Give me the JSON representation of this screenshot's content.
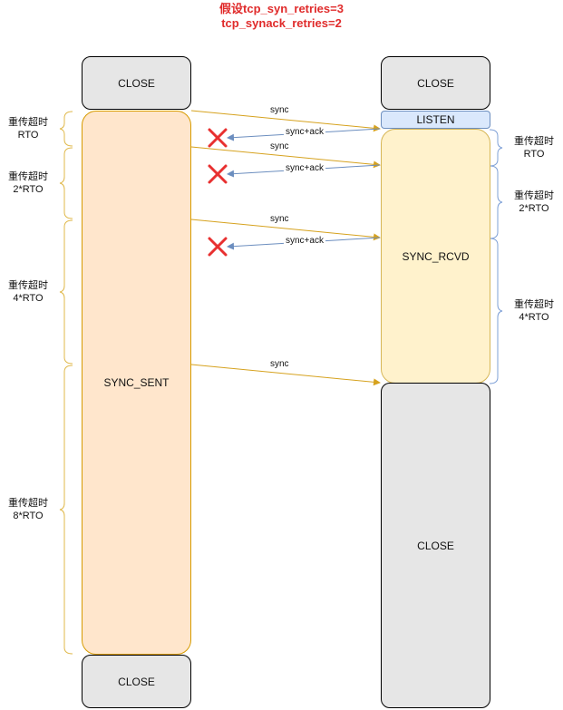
{
  "title": {
    "line1": "假设tcp_syn_retries=3",
    "line2": "tcp_synack_retries=2"
  },
  "client": {
    "close_top": "CLOSE",
    "state": "SYNC_SENT",
    "close_bottom": "CLOSE",
    "timeouts": [
      {
        "line1": "重传超时",
        "line2": "RTO"
      },
      {
        "line1": "重传超时",
        "line2": "2*RTO"
      },
      {
        "line1": "重传超时",
        "line2": "4*RTO"
      },
      {
        "line1": "重传超时",
        "line2": "8*RTO"
      }
    ]
  },
  "server": {
    "close_top": "CLOSE",
    "listen": "LISTEN",
    "state": "SYNC_RCVD",
    "close_bottom": "CLOSE",
    "timeouts": [
      {
        "line1": "重传超时",
        "line2": "RTO"
      },
      {
        "line1": "重传超时",
        "line2": "2*RTO"
      },
      {
        "line1": "重传超时",
        "line2": "4*RTO"
      }
    ]
  },
  "messages": {
    "sync": [
      "sync",
      "sync",
      "sync",
      "sync"
    ],
    "sync_ack": [
      "sync+ack",
      "sync+ack",
      "sync+ack"
    ]
  },
  "colors": {
    "title": "#e02b2b",
    "sync_arrow": "#d6a21e",
    "ack_arrow": "#6c8ebf",
    "lost_marker": "#e83030",
    "client_bracket": "#e0b84a",
    "server_bracket": "#7ea0d6"
  }
}
